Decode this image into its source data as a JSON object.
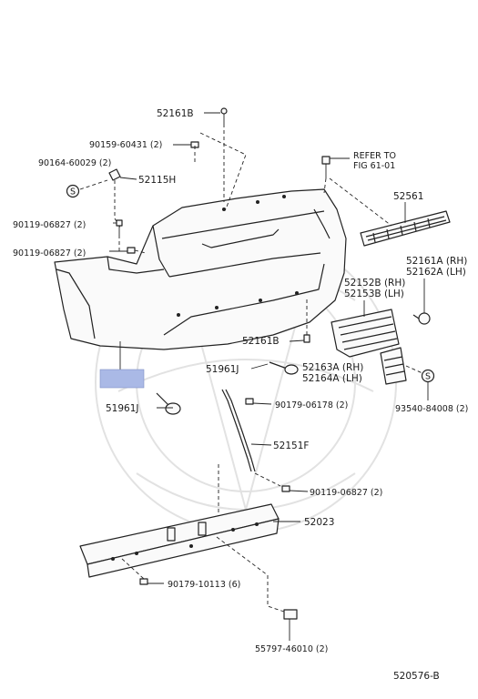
{
  "diagram_id": "520576-B",
  "accent_color": "#aab9e6",
  "labels": {
    "p52161B_top": "52161B",
    "p90159": "90159-60431 (2)",
    "p90164": "90164-60029 (2)",
    "p52115H": "52115H",
    "refer_line1": "REFER TO",
    "refer_line2": "FIG 61-01",
    "p52561": "52561",
    "p90119_a": "90119-06827 (2)",
    "p90119_b": "90119-06827 (2)",
    "p52161A": "52161A (RH)",
    "p52162A": "52162A (LH)",
    "p52152B": "52152B (RH)",
    "p52153B": "52153B (LH)",
    "p52161B_low": "52161B",
    "p51961J_a": "51961J",
    "p52163A": "52163A (RH)",
    "p52164A": "52164A (LH)",
    "p51961J_b": "51961J",
    "p90179_06178": "90179-06178 (2)",
    "p93540": "93540-84008 (2)",
    "p52151F": "52151F",
    "p90119_c": "90119-06827 (2)",
    "p52023": "52023",
    "p90179_10113": "90179-10113 (6)",
    "p55797": "55797-46010 (2)",
    "s_mark": "S"
  }
}
